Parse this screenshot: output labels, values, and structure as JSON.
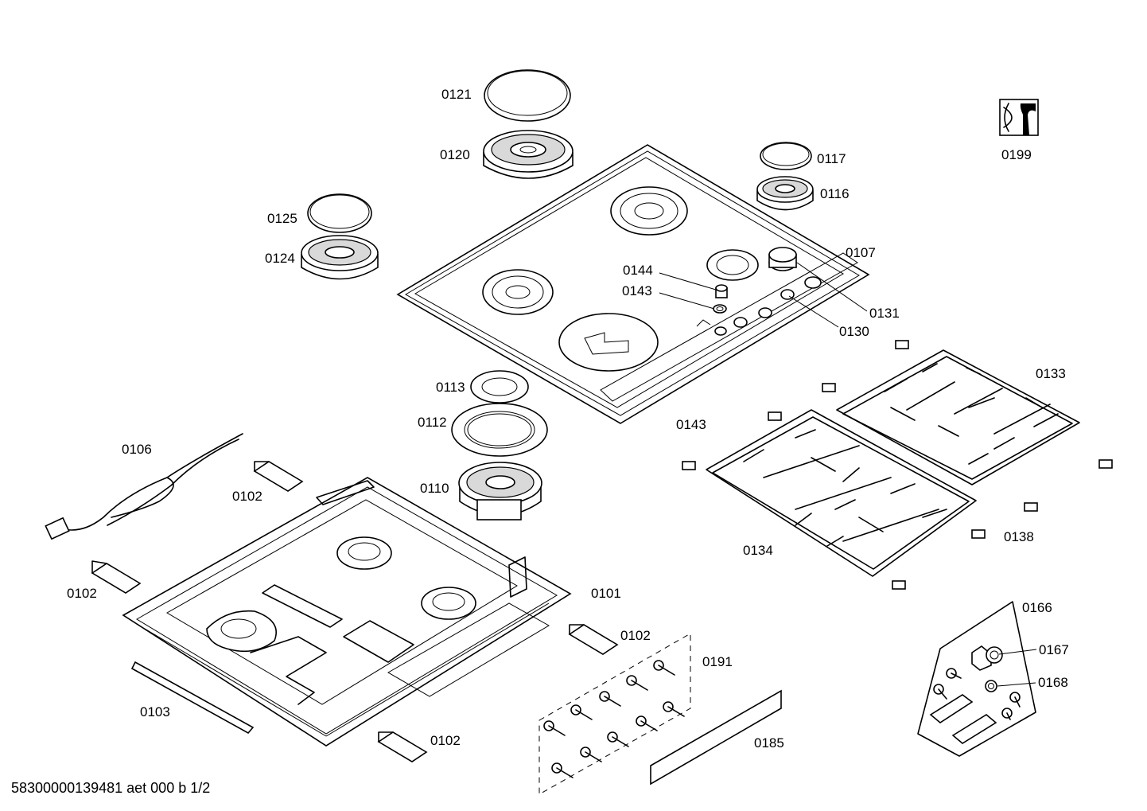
{
  "labels": {
    "l0121": "0121",
    "l0120": "0120",
    "l0117": "0117",
    "l0116": "0116",
    "l0199": "0199",
    "l0125": "0125",
    "l0124": "0124",
    "l0107": "0107",
    "l0144": "0144",
    "l0143a": "0143",
    "l0131": "0131",
    "l0130": "0130",
    "l0133": "0133",
    "l0113": "0113",
    "l0112": "0112",
    "l0143b": "0143",
    "l0106": "0106",
    "l0102a": "0102",
    "l0110": "0110",
    "l0138": "0138",
    "l0134": "0134",
    "l0102b": "0102",
    "l0101": "0101",
    "l0166": "0166",
    "l0102c": "0102",
    "l0191": "0191",
    "l0167": "0167",
    "l0168": "0168",
    "l0103": "0103",
    "l0185": "0185",
    "l0102d": "0102"
  },
  "footer": "58300000139481 aet 000 b 1/2"
}
